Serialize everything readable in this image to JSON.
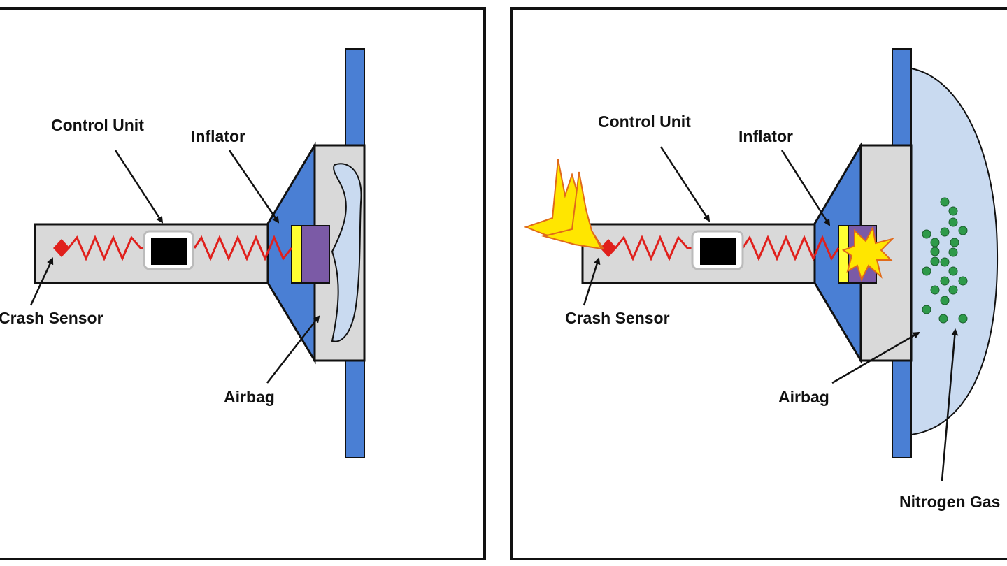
{
  "panels": [
    {
      "state": "before",
      "labels": {
        "control_unit": "Control Unit",
        "inflator": "Inflator",
        "crash_sensor": "Crash Sensor",
        "airbag": "Airbag"
      }
    },
    {
      "state": "after",
      "labels": {
        "control_unit": "Control Unit",
        "inflator": "Inflator",
        "crash_sensor": "Crash Sensor",
        "airbag": "Airbag",
        "nitrogen_gas": "Nitrogen Gas"
      }
    }
  ],
  "colors": {
    "frame": "#111111",
    "column": "#d9d9d9",
    "housing_blue": "#4a7fd4",
    "wire": "#e0201c",
    "sensor": "#e0201c",
    "control_unit": "#000000",
    "igniter": "#ffff33",
    "propellant": "#7b5aa6",
    "airbag_fill": "#c9daf0",
    "gas_particle": "#2e9a4a",
    "explosion": "#ffe600",
    "explosion_edge": "#e06a1a"
  }
}
